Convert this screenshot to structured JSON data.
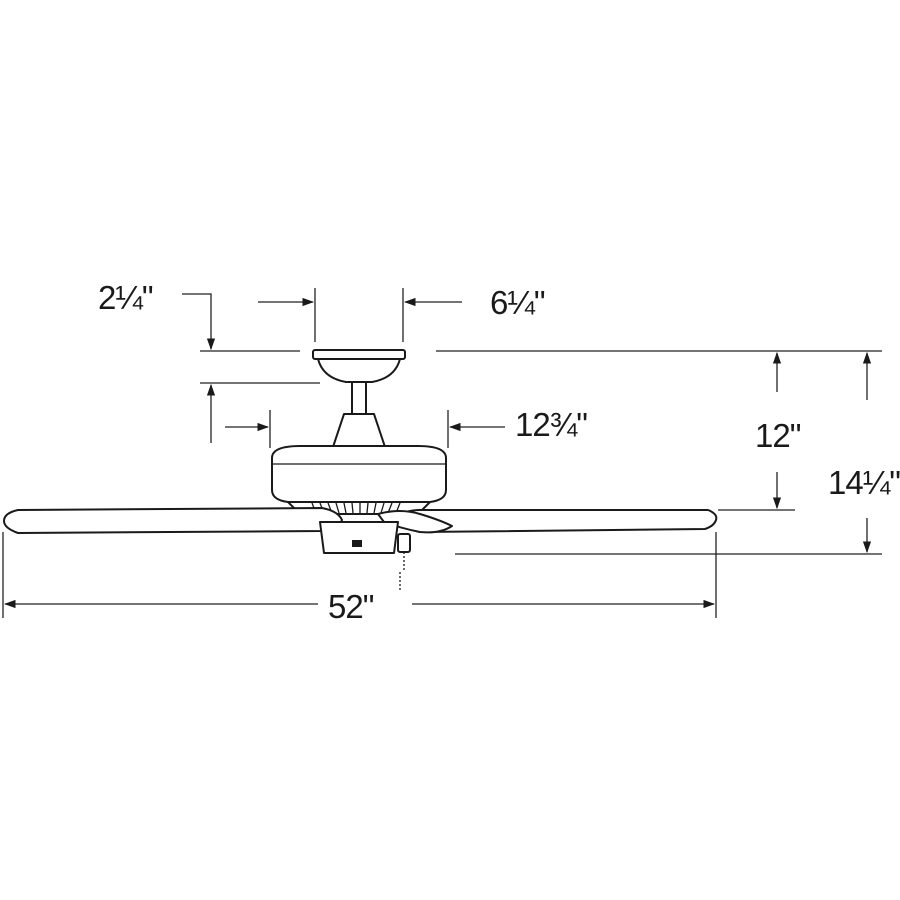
{
  "dimensions": {
    "downrod_drop": "2¼\"",
    "canopy_width": "6¼\"",
    "motor_width": "12¾\"",
    "height_to_blade": "12\"",
    "overall_height": "14¼\"",
    "blade_span": "52\""
  }
}
